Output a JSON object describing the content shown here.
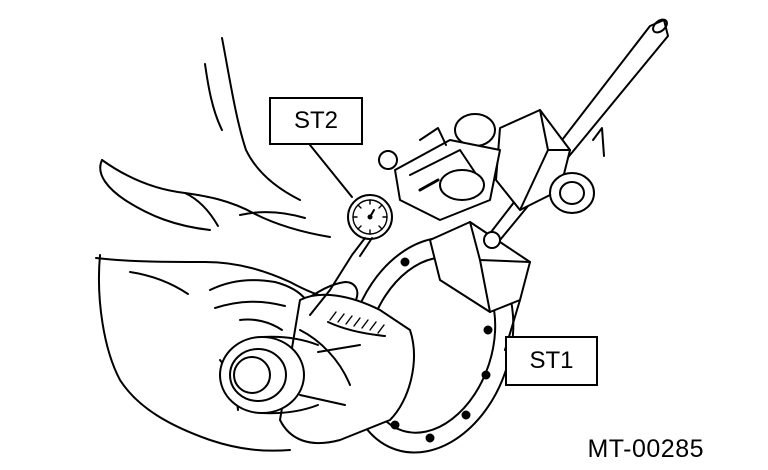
{
  "labels": {
    "st2": "ST2",
    "st1": "ST1",
    "figure_code": "MT-00285"
  }
}
